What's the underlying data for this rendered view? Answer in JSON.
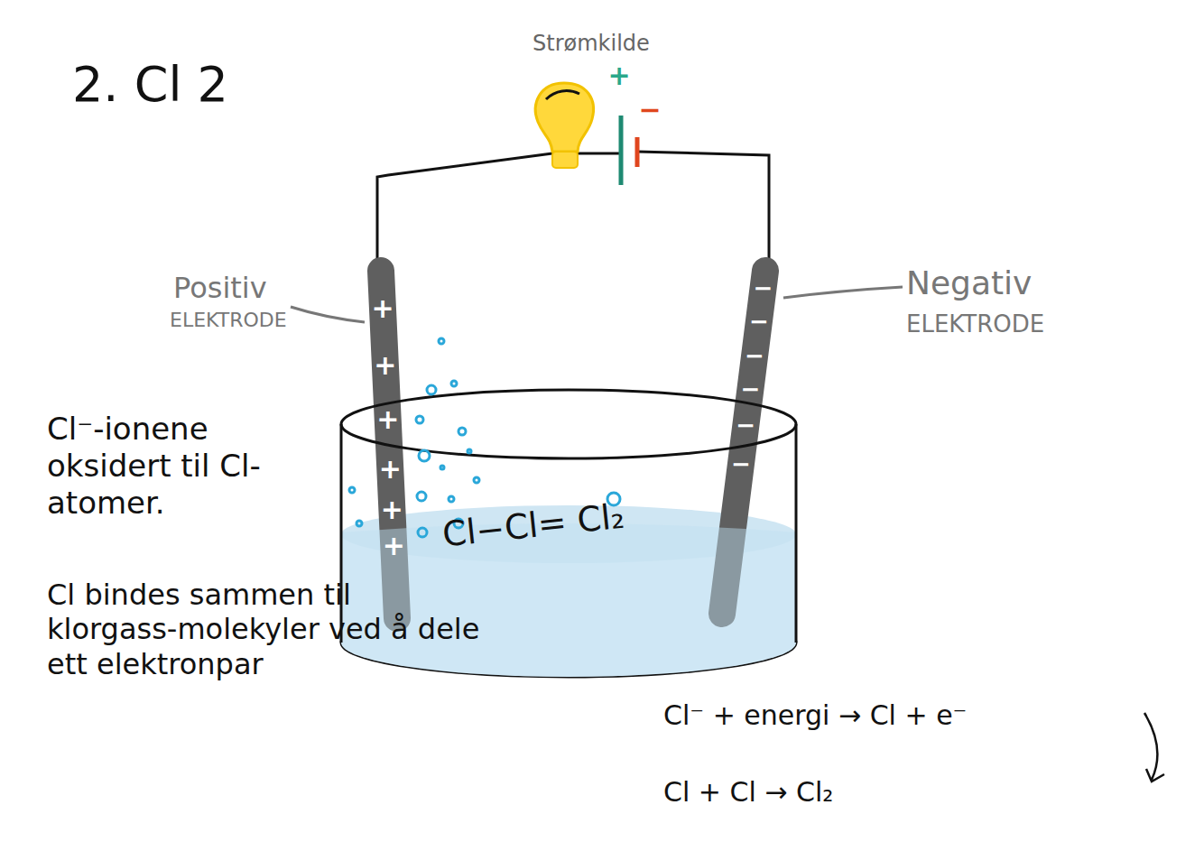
{
  "diagram": {
    "title": "2. Cl 2",
    "labels": [
      "Strømkilde",
      "+",
      "−",
      "Positiv",
      "ELEKTRODE",
      "Negativ",
      "ELEKTRODE",
      "+",
      "+",
      "+",
      "+",
      "+",
      "+",
      "−",
      "−",
      "−",
      "−",
      "−",
      "−",
      "Cl−Cl= Cl₂",
      "Cl⁻-ionene oksidert til Cl-atomer.",
      "Cl bindes sammen til klorgass-molekyler ved å dele ett elektronpar",
      "Cl⁻ + energi → Cl + e⁻",
      "Cl + Cl → Cl₂"
    ]
  }
}
